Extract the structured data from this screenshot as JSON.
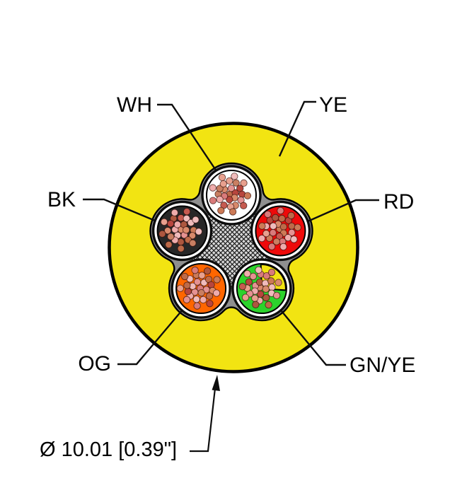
{
  "figure": {
    "type": "cable-cross-section",
    "dimension_label": "Ø 10.01 [0.39\"]",
    "jacket": {
      "label": "YE",
      "color": "#f2e412",
      "outline_color": "#000000"
    },
    "filler": {
      "color": "#8f8f8f",
      "braid_background": "#d8d8d8",
      "braid_line_color": "#1a1a1a"
    },
    "conductors": [
      {
        "label": "WH",
        "color": "#ffffff"
      },
      {
        "label": "RD",
        "color": "#ee0a0a"
      },
      {
        "label": "GN/YE",
        "color": "#2cd32c",
        "stripe_color": "#f2e412"
      },
      {
        "label": "OG",
        "color": "#ff6600"
      },
      {
        "label": "BK",
        "color": "#272727"
      }
    ],
    "strand_colors": [
      "#efacac",
      "#e59292",
      "#d97b7b",
      "#c65a50",
      "#b8463e",
      "#d98a6c",
      "#cc7a57",
      "#bd6a49",
      "#ad573f",
      "#e8a08e",
      "#f0bcbc",
      "#c97f62"
    ],
    "leader_line_color": "#0d0d0d"
  }
}
